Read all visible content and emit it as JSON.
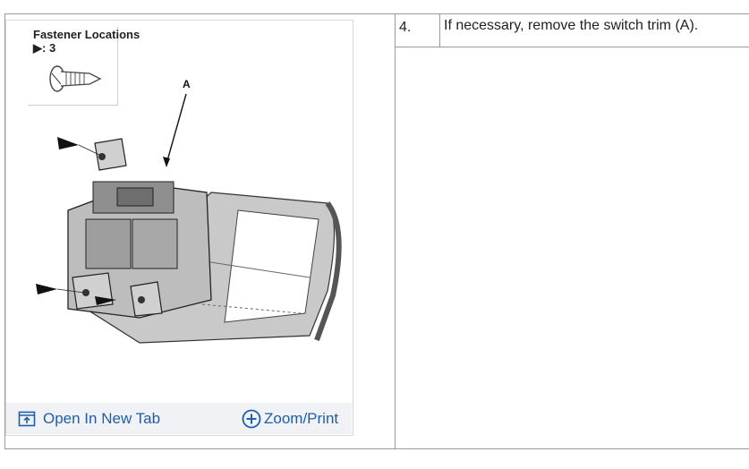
{
  "figure": {
    "legend_title": "Fastener Locations",
    "legend_qty": "▶: 3",
    "callout_label": "A"
  },
  "toolbar": {
    "open_tab_label": "Open In New Tab",
    "zoom_print_label": "Zoom/Print",
    "accent_color": "#1f5ea8"
  },
  "step": {
    "number": "4.",
    "instruction": "If necessary, remove the switch trim (A)."
  }
}
